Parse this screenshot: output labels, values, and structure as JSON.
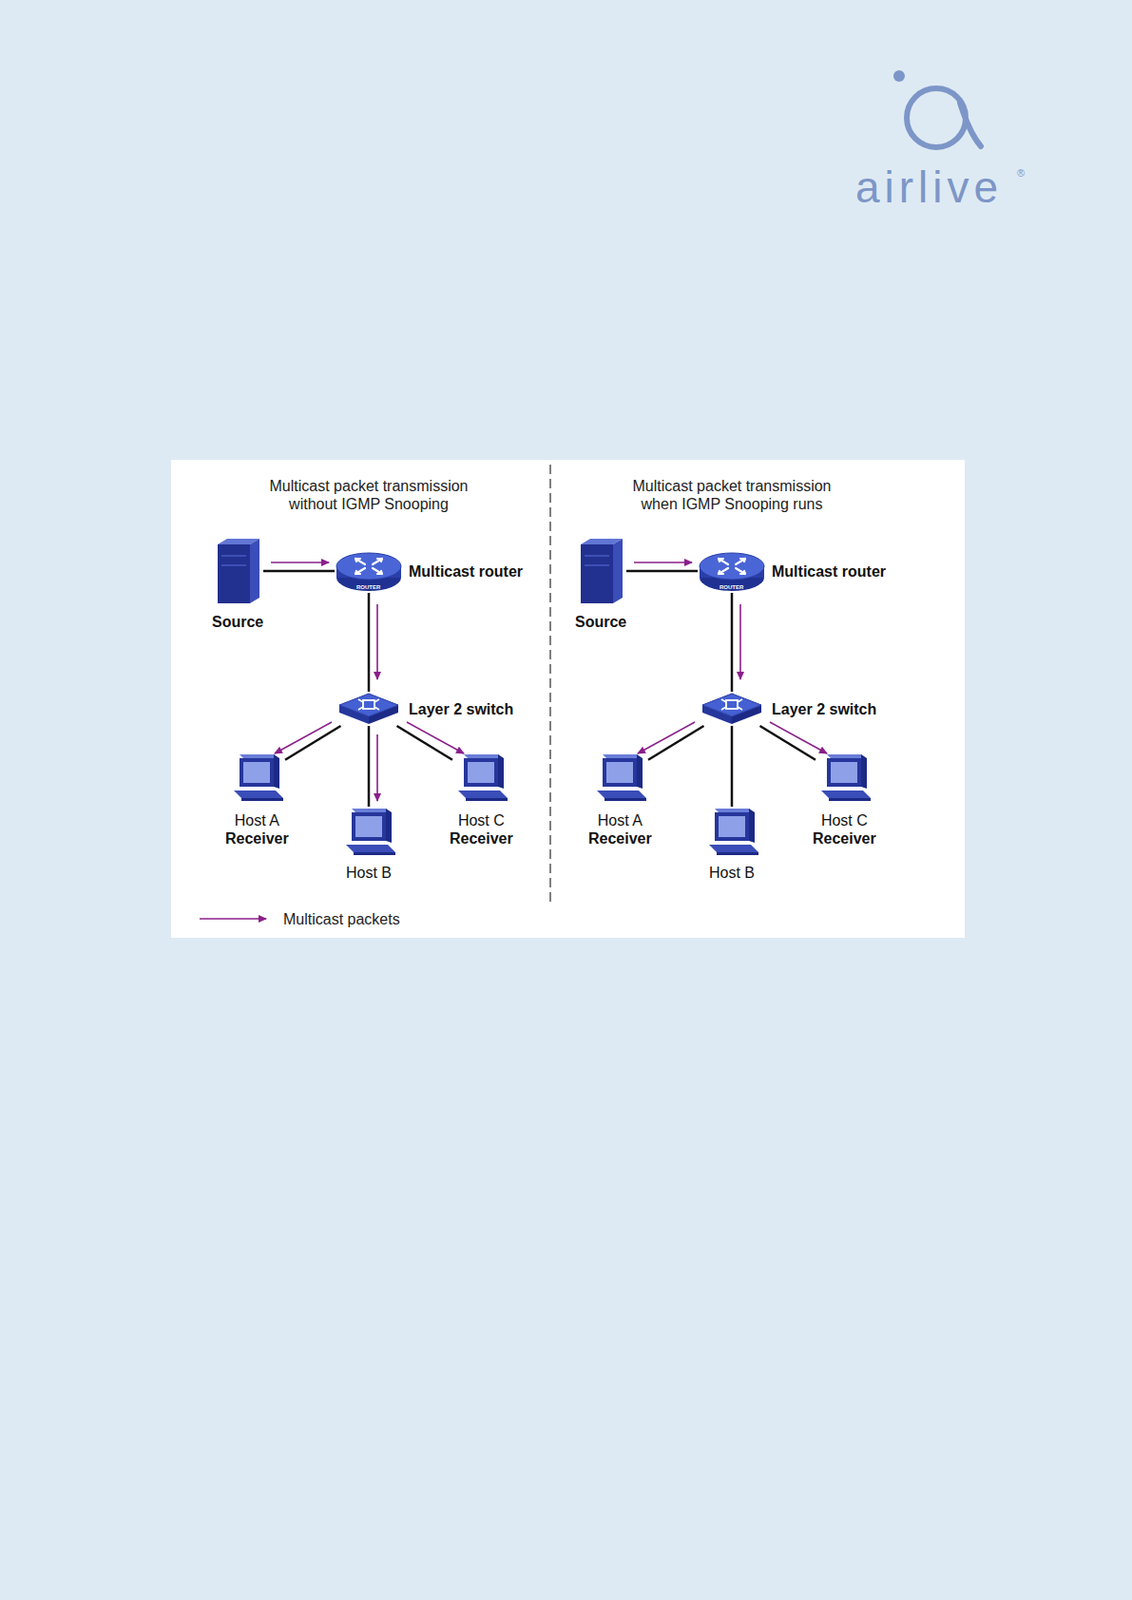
{
  "diagram": {
    "nodes": [
      {
        "text": [
          "Source"
        ]
      },
      {
        "text": [
          "Multicast router"
        ]
      },
      {
        "text": [
          "Layer 2 switch"
        ]
      },
      {
        "text": [
          "Host A",
          "Receiver"
        ]
      },
      {
        "text": [
          "Host B"
        ]
      },
      {
        "text": [
          "Host C",
          "Receiver"
        ]
      },
      {
        "text": [
          "Source"
        ]
      },
      {
        "text": [
          "Multicast router"
        ]
      },
      {
        "text": [
          "Layer 2 switch"
        ]
      },
      {
        "text": [
          "Host A",
          "Receiver"
        ]
      },
      {
        "text": [
          "Host B"
        ]
      },
      {
        "text": [
          "Host C",
          "Receiver"
        ]
      }
    ],
    "edges": [
      {
        "from": 0,
        "to": 1,
        "arrow": "none"
      },
      {
        "from": 1,
        "to": 2,
        "arrow": "none"
      },
      {
        "from": 2,
        "to": 3,
        "arrow": "none"
      },
      {
        "from": 2,
        "to": 4,
        "arrow": "none"
      },
      {
        "from": 2,
        "to": 5,
        "arrow": "none"
      },
      {
        "from": 6,
        "to": 7,
        "arrow": "none"
      },
      {
        "from": 7,
        "to": 8,
        "arrow": "none"
      },
      {
        "from": 8,
        "to": 9,
        "arrow": "none"
      },
      {
        "from": 8,
        "to": 10,
        "arrow": "none"
      },
      {
        "from": 8,
        "to": 11,
        "arrow": "none"
      }
    ],
    "labels": [
      "airlive",
      "®",
      "Multicast packet transmission without IGMP Snooping",
      "Multicast packet transmission when IGMP Snooping runs",
      "ROUTER",
      "ROUTER"
    ],
    "legend": [
      {
        "text": "Multicast packets"
      }
    ]
  }
}
